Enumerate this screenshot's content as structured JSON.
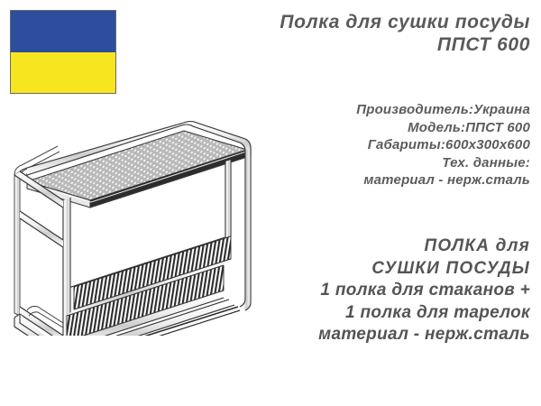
{
  "page": {
    "background_color": "#ffffff",
    "language": "ru"
  },
  "flag": {
    "name": "Ukraine",
    "top_color": "#2d4d9e",
    "bottom_color": "#f7e520",
    "border_color": "#6b6b6b"
  },
  "title": {
    "line1": "Полка для сушки посуды",
    "line2": "ППСТ 600",
    "color": "#5a5a5a"
  },
  "specs": {
    "color": "#5c5c5c",
    "lines": [
      "Производитель:Украина",
      "Модель:ППСТ 600",
      "Габариты:600x300x600",
      "Тех. данные:",
      "материал - нерж.сталь"
    ]
  },
  "summary": {
    "color": "#555555",
    "lines": [
      "ПОЛКА для",
      "СУШКИ ПОСУДЫ",
      "1 полка для стаканов +",
      "1 полка для тарелок",
      "материал - нерж.сталь"
    ]
  },
  "product_image": {
    "description": "Полка для сушки посуды ППСТ 600",
    "type": "line-drawing",
    "outline_color": "#3a3a3a",
    "body_color": "#f2f2f2",
    "parts": [
      "верхняя полка для стаканов (перфорированная)",
      "нижняя полка для тарелок (проволочная)",
      "боковые рамы из нерж. трубы"
    ]
  }
}
